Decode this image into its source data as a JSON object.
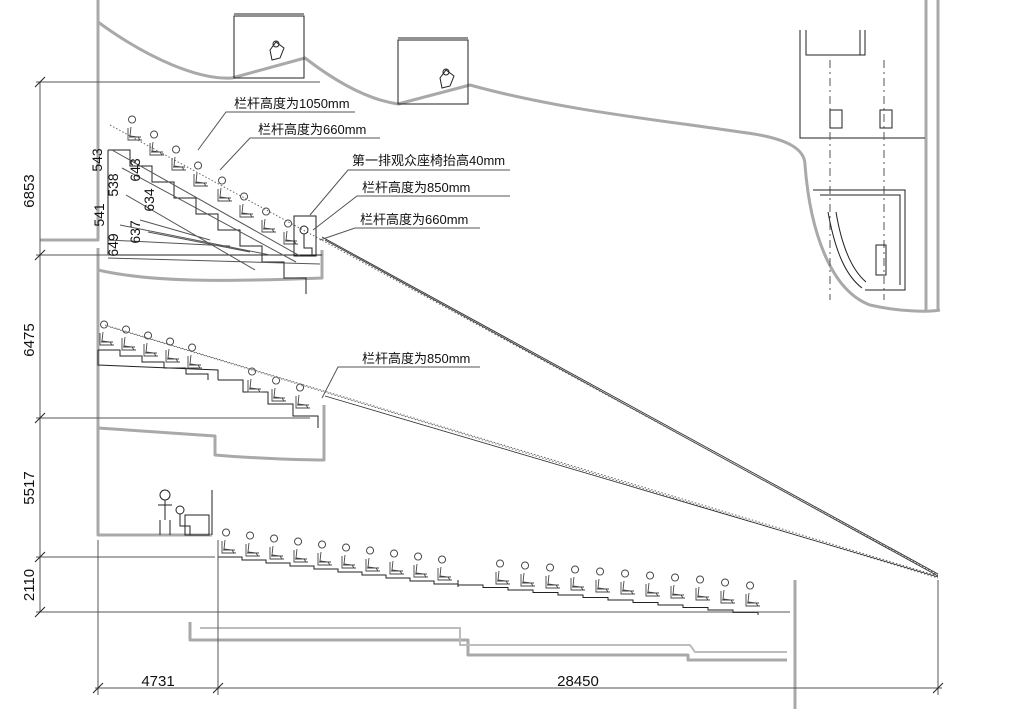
{
  "dimensions": {
    "vertical": [
      "6853",
      "6475",
      "5517",
      "2110"
    ],
    "horizontal": [
      "4731",
      "28450"
    ],
    "row_offsets_upper": [
      "543",
      "538",
      "541",
      "649"
    ],
    "row_offsets_lower": [
      "643",
      "634",
      "637"
    ]
  },
  "annotations": {
    "railing_1050": "栏杆高度为1050mm",
    "railing_660_top": "栏杆高度为660mm",
    "first_row_raise": "第一排观众座椅抬高40mm",
    "railing_850_upper": "栏杆高度为850mm",
    "railing_660_box": "栏杆高度为660mm",
    "railing_850_middle": "栏杆高度为850mm"
  },
  "colors": {
    "structure": "#a9a9a9",
    "lines": "#222222",
    "text": "#111111"
  }
}
